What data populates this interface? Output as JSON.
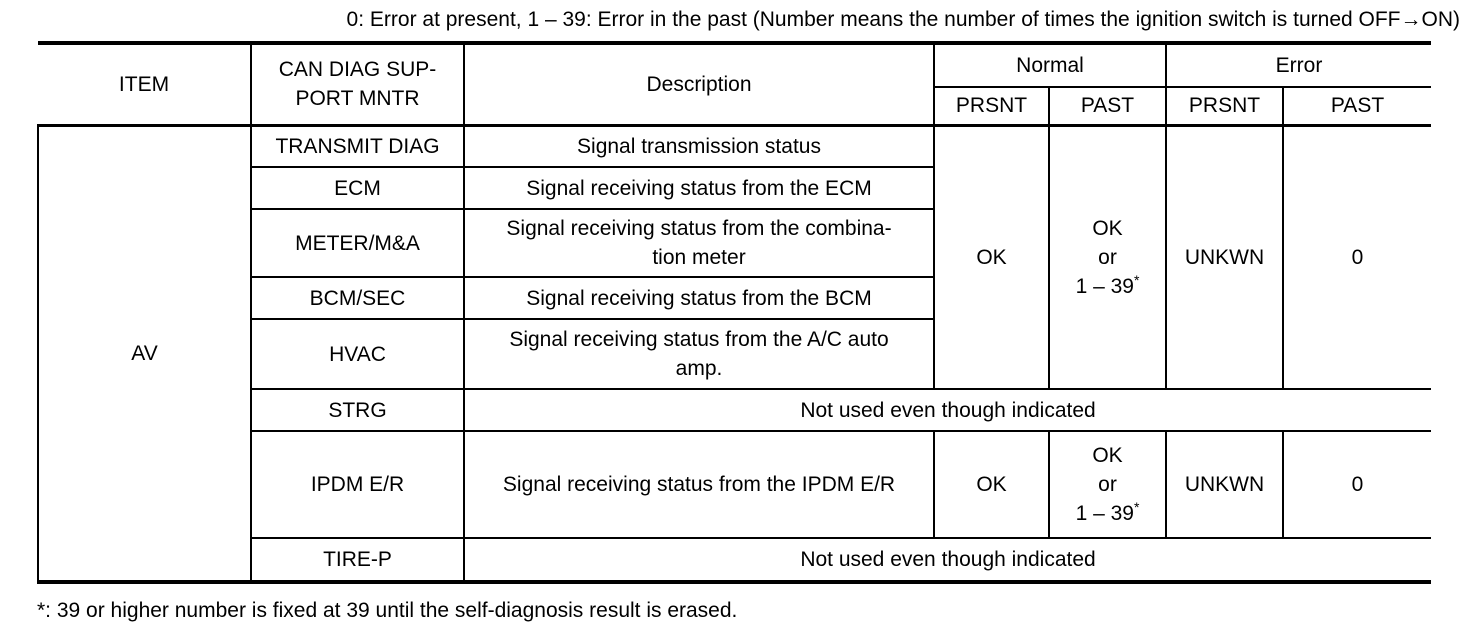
{
  "caption": "0: Error at present, 1 – 39: Error in the past (Number means the number of times the ignition switch is turned OFF→ON)",
  "table": {
    "headers": {
      "item": "ITEM",
      "can_diag_line1": "CAN DIAG SUP-",
      "can_diag_line2": "PORT MNTR",
      "description": "Description",
      "normal": "Normal",
      "error": "Error",
      "prsnt": "PRSNT",
      "past": "PAST"
    },
    "item": "AV",
    "rows": [
      {
        "mntr": "TRANSMIT DIAG",
        "desc": "Signal transmission status"
      },
      {
        "mntr": "ECM",
        "desc": "Signal receiving status from the ECM"
      },
      {
        "mntr": "METER/M&A",
        "desc_lines": [
          "Signal receiving status from the combina-",
          "tion meter"
        ]
      },
      {
        "mntr": "BCM/SEC",
        "desc": "Signal receiving status from the BCM"
      },
      {
        "mntr": "HVAC",
        "desc_lines": [
          "Signal receiving status from the A/C auto",
          "amp."
        ]
      },
      {
        "mntr": "STRG",
        "desc": "Not used even though indicated"
      },
      {
        "mntr": "IPDM E/R",
        "desc": "Signal receiving status from the IPDM E/R"
      },
      {
        "mntr": "TIRE-P",
        "desc": "Not used even though indicated"
      }
    ],
    "status_group_top": {
      "normal_prsnt": "OK",
      "normal_past": {
        "l1": "OK",
        "l2": "or",
        "l3": "1 – 39",
        "sup": "*"
      },
      "error_prsnt": "UNKWN",
      "error_past": "0"
    },
    "status_group_ipdm": {
      "normal_prsnt": "OK",
      "normal_past": {
        "l1": "OK",
        "l2": "or",
        "l3": "1 – 39",
        "sup": "*"
      },
      "error_prsnt": "UNKWN",
      "error_past": "0"
    }
  },
  "footnote": "*: 39 or higher number is fixed at 39 until the self-diagnosis result is erased.",
  "colors": {
    "text": "#000000",
    "background": "#ffffff",
    "border": "#000000"
  }
}
